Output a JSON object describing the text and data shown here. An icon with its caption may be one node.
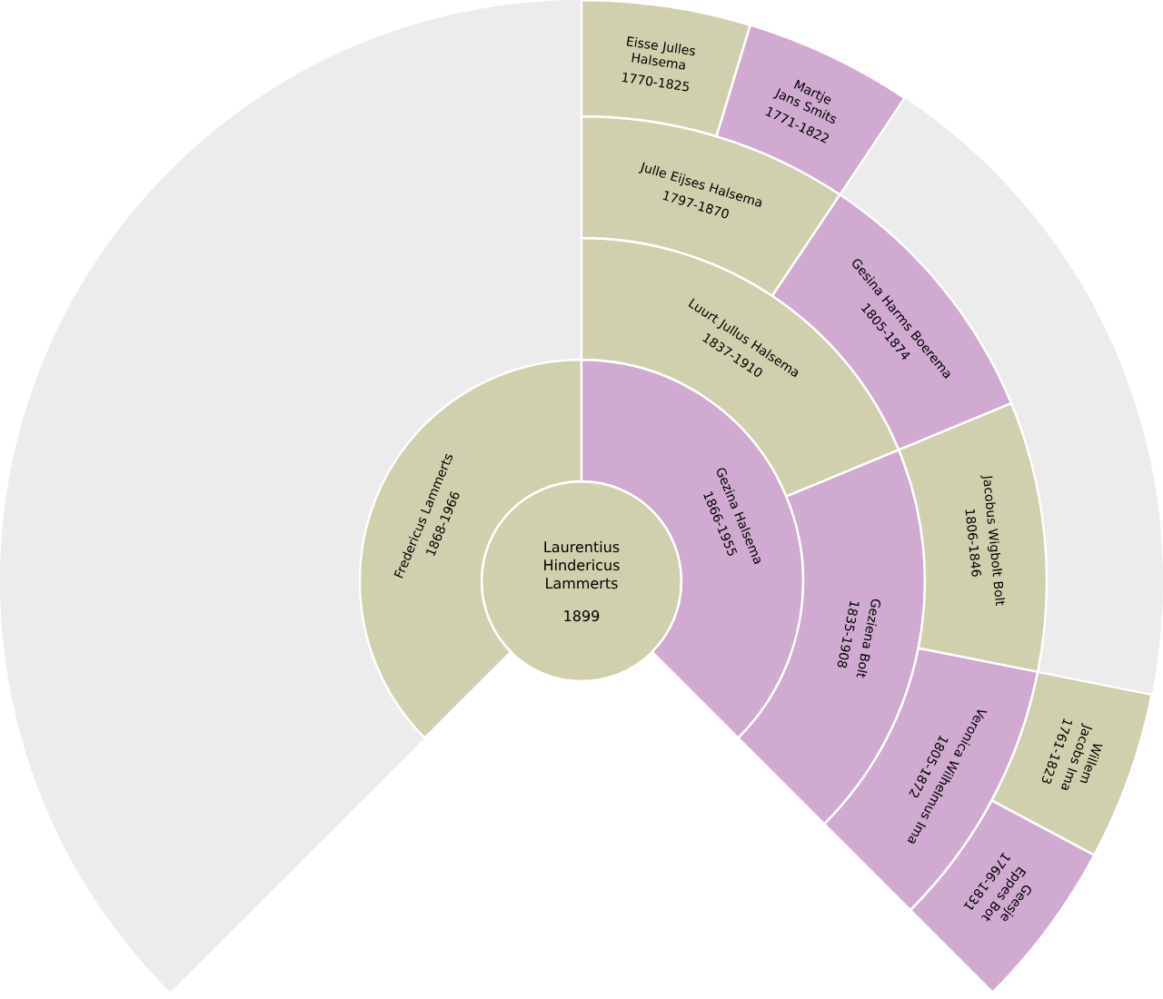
{
  "diagram": {
    "nodes": [
      {
        "text": [
          "Laurentius Hindericus Lammerts",
          "1899"
        ]
      },
      {
        "text": [
          "Fredericus Lammerts",
          "1868-1966"
        ]
      },
      {
        "text": [
          "Gezina Halsema",
          "1866-1955"
        ]
      },
      {
        "text": [
          "Luurt Jullus Halsema",
          "1837-1910"
        ]
      },
      {
        "text": [
          "Geziena Bolt",
          "1835-1908"
        ]
      },
      {
        "text": [
          "Julle Eijses Halsema",
          "1797-1870"
        ]
      },
      {
        "text": [
          "Gesina Harms Boerema",
          "1805-1874"
        ]
      },
      {
        "text": [
          "Jacobus Wigbolt Bolt",
          "1806-1846"
        ]
      },
      {
        "text": [
          "Veronica Wilhelmus Ima",
          "1805-1872"
        ]
      },
      {
        "text": [
          "Eisse Julles Halsema",
          "1770-1825"
        ]
      },
      {
        "text": [
          "Martje Jans Smits",
          "1771-1822"
        ]
      },
      {
        "text": [
          "Willem Jacobs Ima",
          "1761-1823"
        ]
      },
      {
        "text": [
          "Geesje Eppes Bot",
          "1766-1831"
        ]
      }
    ]
  }
}
